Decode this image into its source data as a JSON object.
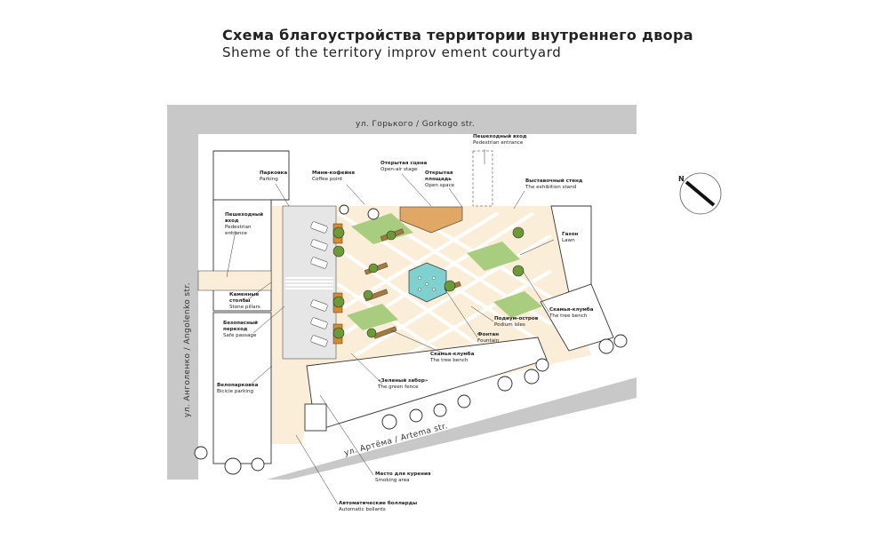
{
  "title": {
    "ru": "Схема благоустройства территории внутреннего двора",
    "en": "Sheme of the territory improv ement courtyard"
  },
  "streets": {
    "gorkogo": "ул. Горького / Gorkogo str.",
    "angolenko": "ул. Анголенко / Angolenko str.",
    "artema": "ул. Артёма / Artema str."
  },
  "labels": {
    "pedestrian_top": {
      "ru": "Пешеходный вход",
      "en": "Pedestrian entrance"
    },
    "parking": {
      "ru": "Парковка",
      "en": "Parking"
    },
    "coffee": {
      "ru": "Мини-кофейня",
      "en": "Coffee point"
    },
    "stage": {
      "ru": "Открытая сцена",
      "en": "Open-air stage"
    },
    "open_space": {
      "ru1": "Открытая",
      "ru2": "площадь",
      "en": "Open space"
    },
    "exhibition": {
      "ru": "Выставочный стенд",
      "en": "The exhibition stand"
    },
    "lawn": {
      "ru": "Газон",
      "en": "Lawn"
    },
    "pedestrian_left": {
      "ru1": "Пешеходный",
      "ru2": "вход",
      "en1": "Pedestrian",
      "en2": "entrance"
    },
    "stone_pillars": {
      "ru1": "Каменные",
      "ru2": "столбы",
      "en": "Stone pillars"
    },
    "safe_passage": {
      "ru1": "Безопасный",
      "ru2": "переход",
      "en": "Safe passage"
    },
    "bicycle": {
      "ru": "Велопарковка",
      "en": "Bicicle parking"
    },
    "podium": {
      "ru": "Подиум-остров",
      "en": "Podium isles"
    },
    "fountain": {
      "ru": "Фонтан",
      "en": "Fountain"
    },
    "tree_bench_right": {
      "ru": "Скамья-клумба",
      "en": "The tree bench"
    },
    "tree_bench_center": {
      "ru": "Скамья-клумба",
      "en": "The tree bench"
    },
    "green_fence": {
      "ru": "«Зеленый забор»",
      "en": "The green fence"
    },
    "smoking": {
      "ru": "Место для курения",
      "en": "Smoking area"
    },
    "bollards": {
      "ru": "Автоматические болларды",
      "en": "Automatic bollards"
    }
  },
  "compass": {
    "letter": "N"
  },
  "colors": {
    "street": "#c8c8c8",
    "courtyard": "#fbeed9",
    "lawn": "#a9cd7f",
    "stage": "#e0a765",
    "fountain": "#7fd1cf",
    "bench": "#a57a3c",
    "tree_green": "#6c9a35",
    "bench_orange": "#d88a2c",
    "line": "#333333"
  }
}
